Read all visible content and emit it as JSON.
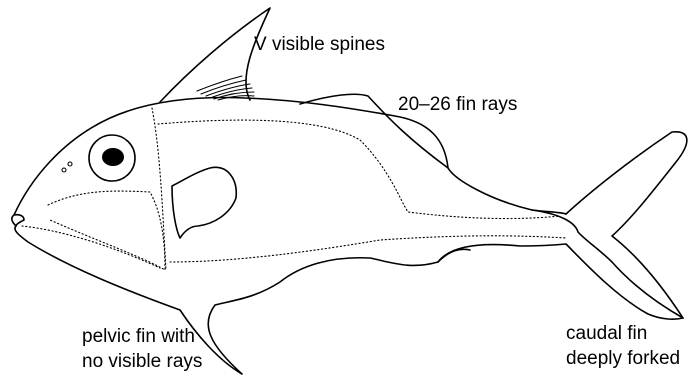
{
  "labels": {
    "spines": "V visible spines",
    "fin_rays": "20–26 fin rays",
    "pelvic_line1": "pelvic fin with",
    "pelvic_line2": "no visible rays",
    "caudal_line1": "caudal fin",
    "caudal_line2": "deeply forked"
  },
  "colors": {
    "ink": "#000000",
    "background": "#ffffff"
  }
}
